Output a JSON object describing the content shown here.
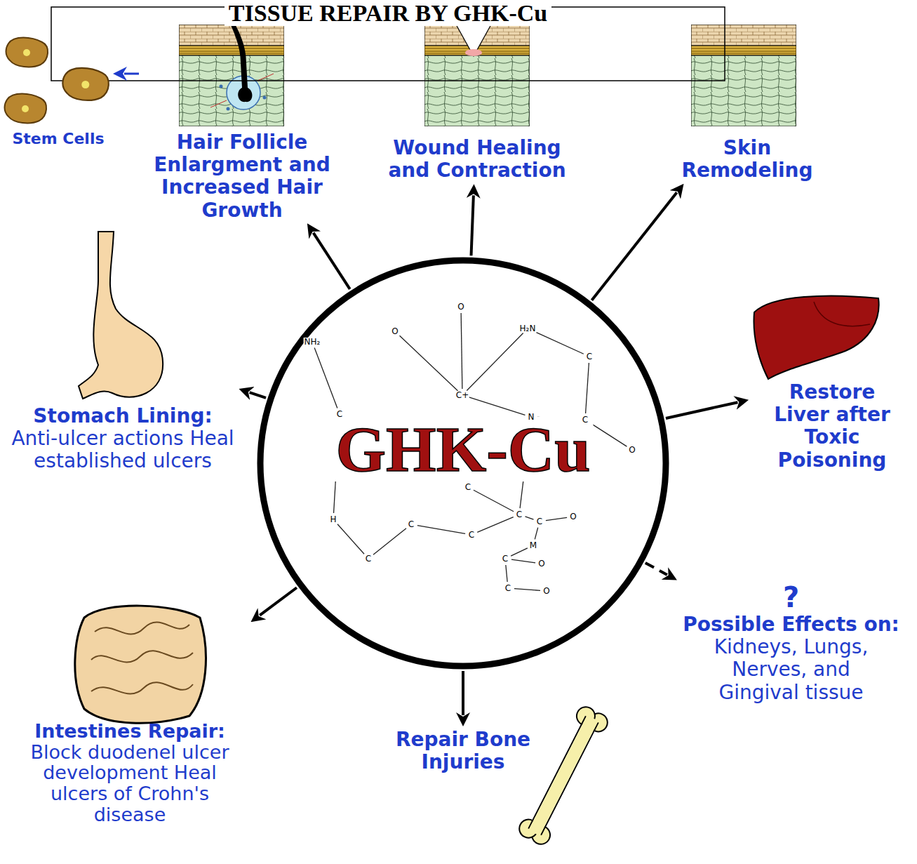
{
  "diagram": {
    "title": "TISSUE REPAIR BY GHK-Cu",
    "nodes": [
      {
        "text": [
          "GHK-Cu"
        ]
      },
      {
        "text": [
          "Stem Cells"
        ]
      },
      {
        "text": [
          "Hair Follicle Enlargment and Increased Hair Growth"
        ]
      },
      {
        "text": [
          "Wound Healing and Contraction"
        ]
      },
      {
        "text": [
          "Skin Remodeling"
        ]
      },
      {
        "text": [
          "Restore Liver after Toxic Poisoning"
        ]
      },
      {
        "text": [
          "?",
          "Possible Effects on:",
          "Kidneys, Lungs, Nerves, and Gingival tissue"
        ]
      },
      {
        "text": [
          "Repair Bone Injuries"
        ]
      },
      {
        "text": [
          "Intestines Repair:",
          "Block duodenel ulcer development Heal ulcers of Crohn's disease"
        ]
      },
      {
        "text": [
          "Stomach Lining:",
          "Anti-ulcer actions Heal established ulcers"
        ]
      }
    ],
    "edges": [
      {
        "from": 0,
        "to": 2,
        "arrow": "to"
      },
      {
        "from": 0,
        "to": 3,
        "arrow": "to"
      },
      {
        "from": 0,
        "to": 4,
        "arrow": "to"
      },
      {
        "from": 0,
        "to": 5,
        "arrow": "to"
      },
      {
        "from": 0,
        "to": 6,
        "arrow": "to"
      },
      {
        "from": 0,
        "to": 7,
        "arrow": "to"
      },
      {
        "from": 0,
        "to": 8,
        "arrow": "to"
      },
      {
        "from": 0,
        "to": 9,
        "arrow": "to"
      },
      {
        "from": 2,
        "to": 1,
        "arrow": "to"
      }
    ],
    "labels": [
      "O",
      "O",
      "H₂N",
      "NH₂",
      "C",
      "C+",
      "C",
      "C",
      "N",
      "O",
      "C",
      "H",
      "C",
      "C",
      "O",
      "C",
      "C",
      "M",
      "C",
      "O",
      "C",
      "C",
      "O"
    ]
  }
}
